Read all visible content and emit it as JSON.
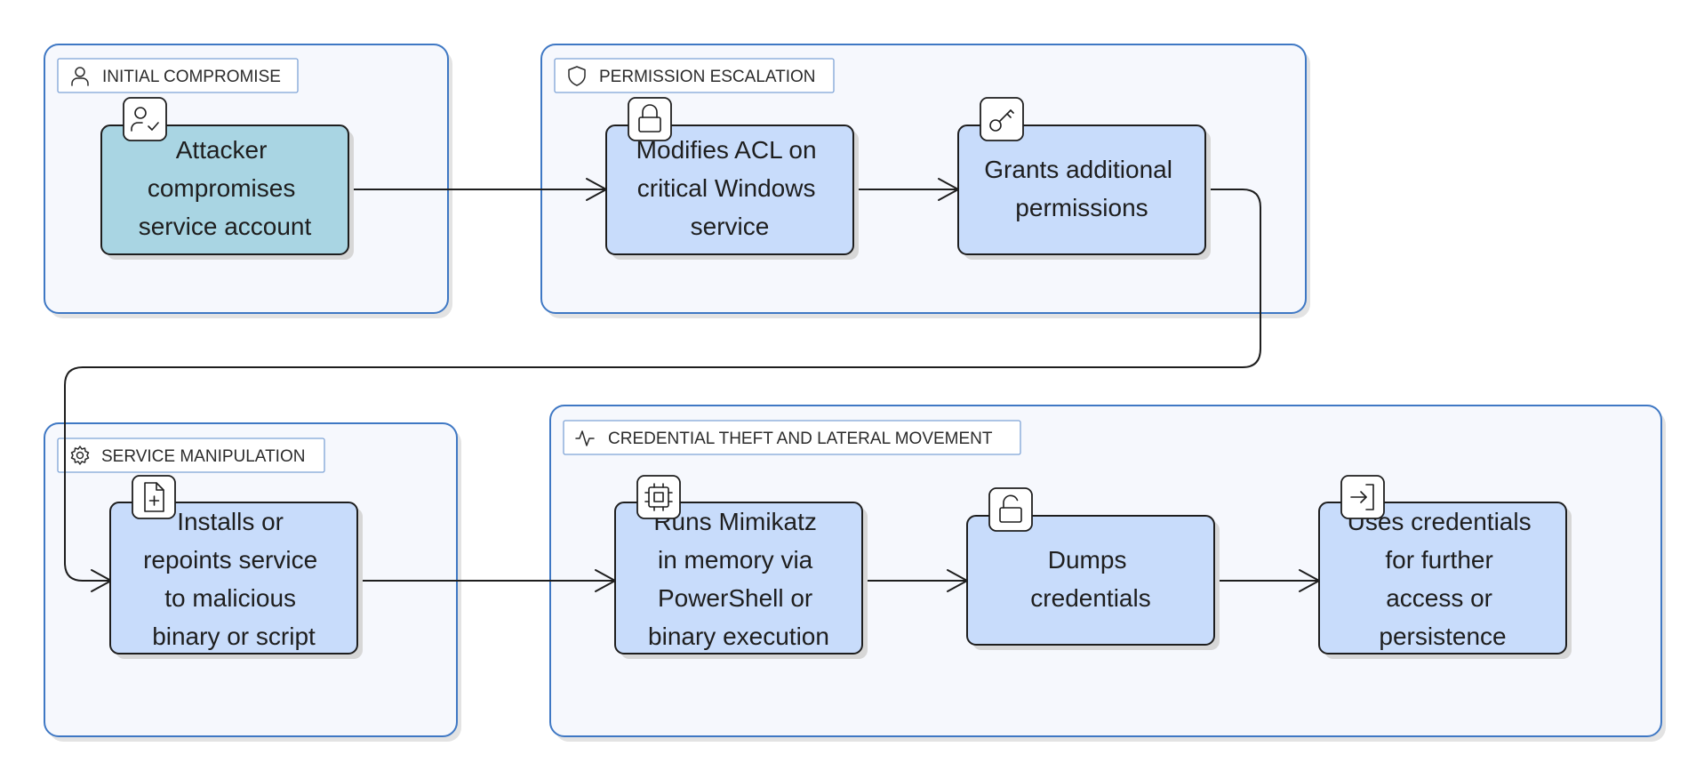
{
  "colors": {
    "group_fill": "#f6f8fd",
    "group_border": "#3f78c4",
    "node_fill_default": "#c8dcfb",
    "node_fill_start": "#a9d5e3",
    "edge": "#1e1e1e"
  },
  "groups": [
    {
      "id": "initial",
      "label": "INITIAL COMPROMISE",
      "icon": "user-icon"
    },
    {
      "id": "permission",
      "label": "PERMISSION ESCALATION",
      "icon": "shield-icon"
    },
    {
      "id": "service",
      "label": "SERVICE MANIPULATION",
      "icon": "gear-icon"
    },
    {
      "id": "credential",
      "label": "CREDENTIAL THEFT AND LATERAL MOVEMENT",
      "icon": "activity-icon"
    }
  ],
  "nodes": [
    {
      "id": "n1",
      "group": "initial",
      "icon": "user-check-icon",
      "lines": [
        "Attacker",
        "compromises",
        "service account"
      ]
    },
    {
      "id": "n2",
      "group": "permission",
      "icon": "lock-icon",
      "lines": [
        "Modifies ACL on",
        "critical Windows",
        "service"
      ]
    },
    {
      "id": "n3",
      "group": "permission",
      "icon": "key-icon",
      "lines": [
        "Grants additional",
        "permissions"
      ]
    },
    {
      "id": "n4",
      "group": "service",
      "icon": "file-plus-icon",
      "lines": [
        "Installs or",
        "repoints service",
        "to malicious",
        "binary or script"
      ]
    },
    {
      "id": "n5",
      "group": "credential",
      "icon": "cpu-icon",
      "lines": [
        "Runs Mimikatz",
        "in memory via",
        "PowerShell or",
        "binary execution"
      ]
    },
    {
      "id": "n6",
      "group": "credential",
      "icon": "unlock-icon",
      "lines": [
        "Dumps",
        "credentials"
      ]
    },
    {
      "id": "n7",
      "group": "credential",
      "icon": "log-in-icon",
      "lines": [
        "Uses credentials",
        "for further",
        "access or",
        "persistence"
      ]
    }
  ],
  "edges": [
    {
      "from": "n1",
      "to": "n2"
    },
    {
      "from": "n2",
      "to": "n3"
    },
    {
      "from": "n3",
      "to": "n4"
    },
    {
      "from": "n4",
      "to": "n5"
    },
    {
      "from": "n5",
      "to": "n6"
    },
    {
      "from": "n6",
      "to": "n7"
    }
  ]
}
